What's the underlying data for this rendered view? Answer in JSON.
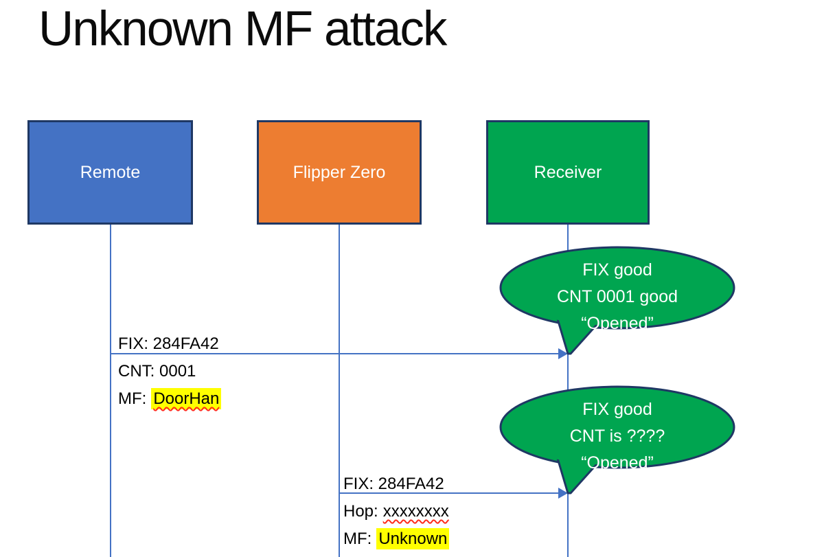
{
  "title": "Unknown MF attack",
  "actors": [
    {
      "label": "Remote",
      "fill": "#4472C4"
    },
    {
      "label": "Flipper Zero",
      "fill": "#ED7D31"
    },
    {
      "label": "Receiver",
      "fill": "#00A550"
    }
  ],
  "messages": [
    {
      "line1": "FIX: 284FA42",
      "line2": "CNT: 0001",
      "line3_prefix": "MF:",
      "line3_value": "DoorHan"
    },
    {
      "line1": "FIX: 284FA42",
      "line2_prefix": "Hop:",
      "line2_value": "xxxxxxxx",
      "line3_prefix": "MF:",
      "line3_value": "Unknown"
    }
  ],
  "callouts": [
    {
      "line1": "FIX good",
      "line2": "CNT 0001 good",
      "line3": "“Opened”"
    },
    {
      "line1": "FIX good",
      "line2": "CNT is ????",
      "line3": "“Opened”"
    }
  ],
  "colors": {
    "actor_border": "#1F3864",
    "line_blue": "#4472C4",
    "remote_fill": "#4472C4",
    "flipper_fill": "#ED7D31",
    "receiver_fill": "#00A550",
    "callout_fill": "#00A550",
    "highlight_yellow": "#FFFF00",
    "squiggle_red": "#FF2B1A",
    "text_dark": "#000000",
    "text_light": "#FFFFFF"
  }
}
